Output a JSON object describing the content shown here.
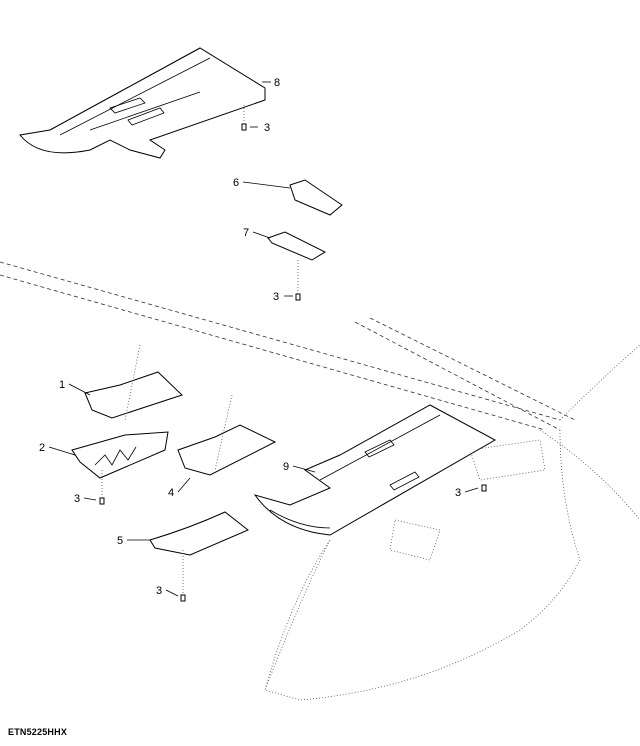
{
  "figure_id": "ETN5225HHX",
  "callouts": [
    {
      "label": "8"
    },
    {
      "label": "3"
    },
    {
      "label": "6"
    },
    {
      "label": "7"
    },
    {
      "label": "3"
    },
    {
      "label": "1"
    },
    {
      "label": "2"
    },
    {
      "label": "3"
    },
    {
      "label": "4"
    },
    {
      "label": "9"
    },
    {
      "label": "3"
    },
    {
      "label": "5"
    },
    {
      "label": "3"
    }
  ]
}
